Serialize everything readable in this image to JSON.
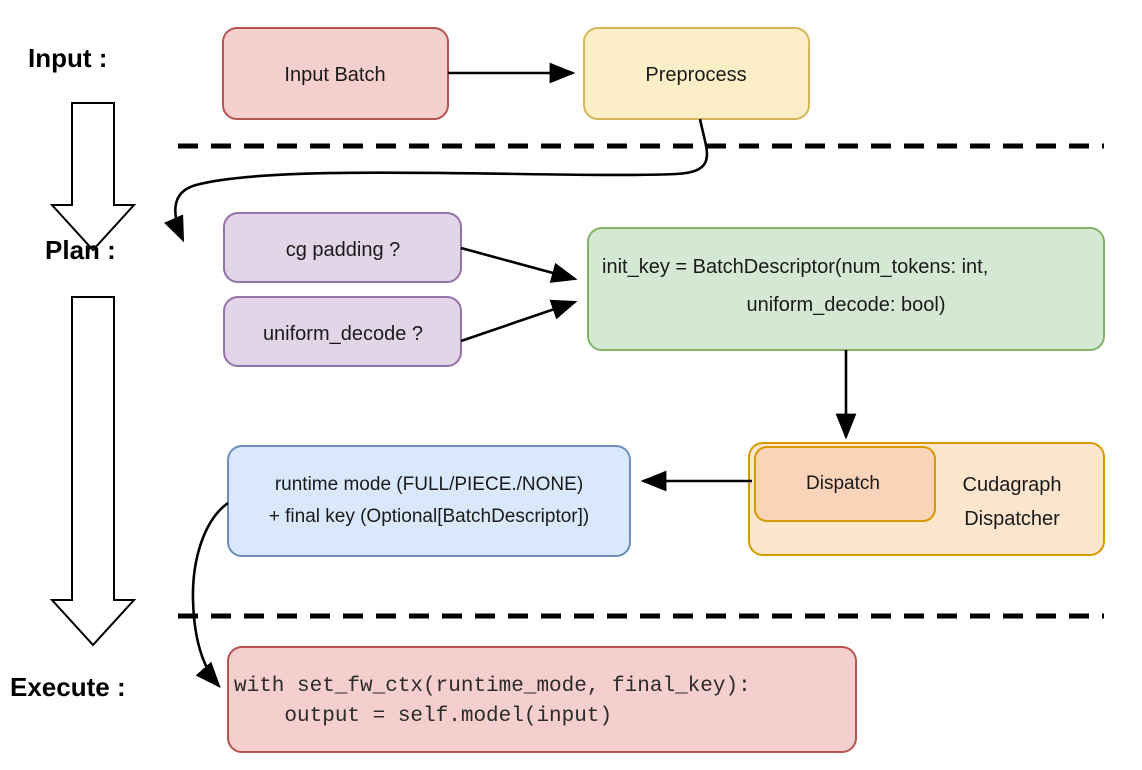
{
  "diagram": {
    "title": "vLLM cudagraph dispatch flow",
    "background": "#ffffff",
    "stages": [
      {
        "id": "input",
        "label": "Input :"
      },
      {
        "id": "plan",
        "label": "Plan :"
      },
      {
        "id": "execute",
        "label": "Execute :"
      }
    ],
    "nodes": [
      {
        "id": "input-batch",
        "label": "Input Batch",
        "fill": "#F5CECE",
        "stroke": "#B85450"
      },
      {
        "id": "preprocess",
        "label": "Preprocess",
        "fill": "#FCEFC7",
        "stroke": "#D6B656"
      },
      {
        "id": "cg-padding",
        "label": "cg padding ?",
        "fill": "#E1D5E7",
        "stroke": "#9673A6"
      },
      {
        "id": "uniform-decode",
        "label": "uniform_decode ?",
        "fill": "#E1D5E7",
        "stroke": "#9673A6"
      },
      {
        "id": "init-key",
        "label_line1": "init_key = BatchDescriptor(num_tokens: int,",
        "label_line2": "uniform_decode: bool)",
        "fill": "#D5E8D4",
        "stroke": "#82B366"
      },
      {
        "id": "cudagraph-dispatcher",
        "label": "Cudagraph",
        "label_line2": "Dispatcher",
        "fill": "#FDE5CE",
        "stroke": "#D79B00"
      },
      {
        "id": "dispatch",
        "label": "Dispatch",
        "fill": "#FAD4B8",
        "stroke": "#D79B00"
      },
      {
        "id": "runtime-mode",
        "label_line1": "runtime mode (FULL/PIECE./NONE)",
        "label_line2": "+ final key (Optional[BatchDescriptor])",
        "fill": "#DAE8FC",
        "stroke": "#6C8EBF"
      },
      {
        "id": "execute-code",
        "label_line1": "with set_fw_ctx(runtime_mode, final_key):",
        "label_line2": "    output = self.model(input)",
        "fill": "#F5CECE",
        "stroke": "#B85450"
      }
    ],
    "separators": [
      {
        "id": "input-plan-divider",
        "color": "#000000"
      },
      {
        "id": "plan-execute-divider",
        "color": "#000000"
      }
    ],
    "edges": [
      {
        "id": "input-batch-to-preprocess",
        "from": "input-batch",
        "to": "preprocess"
      },
      {
        "id": "preprocess-to-cg-padding",
        "from": "preprocess",
        "to": "cg-padding"
      },
      {
        "id": "cg-padding-to-init-key",
        "from": "cg-padding",
        "to": "init-key"
      },
      {
        "id": "uniform-decode-to-init-key",
        "from": "uniform-decode",
        "to": "init-key"
      },
      {
        "id": "init-key-to-dispatch",
        "from": "init-key",
        "to": "dispatch"
      },
      {
        "id": "dispatch-to-runtime-mode",
        "from": "dispatch",
        "to": "runtime-mode"
      },
      {
        "id": "runtime-mode-to-execute-code",
        "from": "runtime-mode",
        "to": "execute-code"
      }
    ],
    "stage_arrows": [
      {
        "id": "input-to-plan-arrow"
      },
      {
        "id": "plan-to-execute-arrow"
      }
    ]
  }
}
